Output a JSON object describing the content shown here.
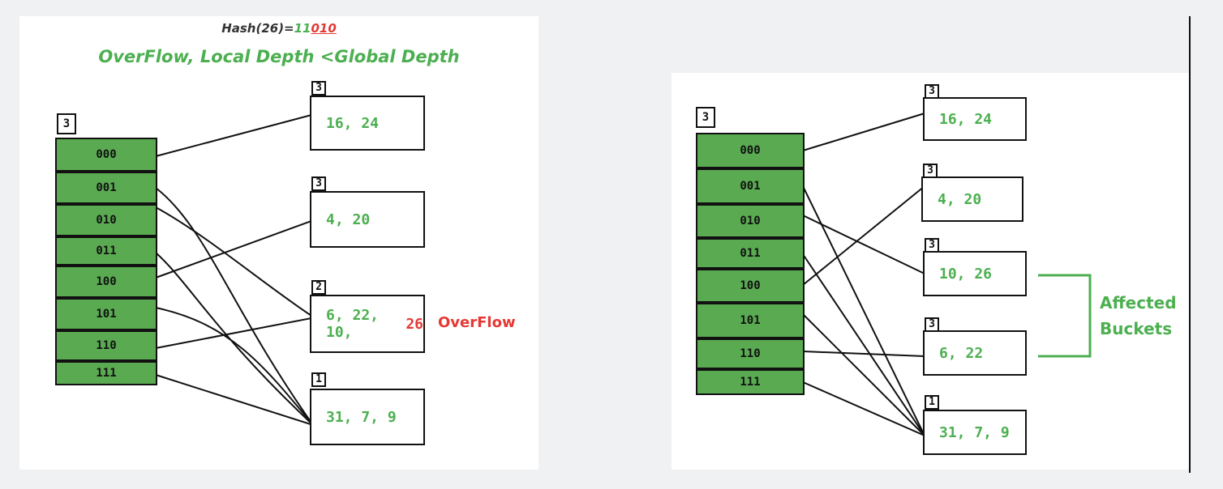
{
  "left": {
    "hash_text": "Hash(26)=",
    "hash_green": "11",
    "hash_red": "010",
    "condition": "OverFlow, Local Depth <Global Depth",
    "global_depth": "3",
    "directory": [
      "000",
      "001",
      "010",
      "011",
      "100",
      "101",
      "110",
      "111"
    ],
    "buckets": [
      {
        "depth": "3",
        "keys": "16, 24"
      },
      {
        "depth": "3",
        "keys": "4, 20"
      },
      {
        "depth": "2",
        "keys": "6, 22, 10, ",
        "overflow_key": "26"
      },
      {
        "depth": "1",
        "keys": "31, 7, 9"
      }
    ],
    "overflow_label": "OverFlow"
  },
  "right": {
    "global_depth": "3",
    "directory": [
      "000",
      "001",
      "010",
      "011",
      "100",
      "101",
      "110",
      "111"
    ],
    "buckets": [
      {
        "depth": "3",
        "keys": "16, 24"
      },
      {
        "depth": "3",
        "keys": "4, 20"
      },
      {
        "depth": "3",
        "keys": "10, 26"
      },
      {
        "depth": "3",
        "keys": "6, 22"
      },
      {
        "depth": "1",
        "keys": "31, 7, 9"
      }
    ],
    "affected_line1": "Affected",
    "affected_line2": "Buckets",
    "bracket_color": "#4caf50"
  },
  "colors": {
    "directory_fill": "#5aaa52",
    "key_green": "#4caf50",
    "overflow_red": "#e53935"
  }
}
